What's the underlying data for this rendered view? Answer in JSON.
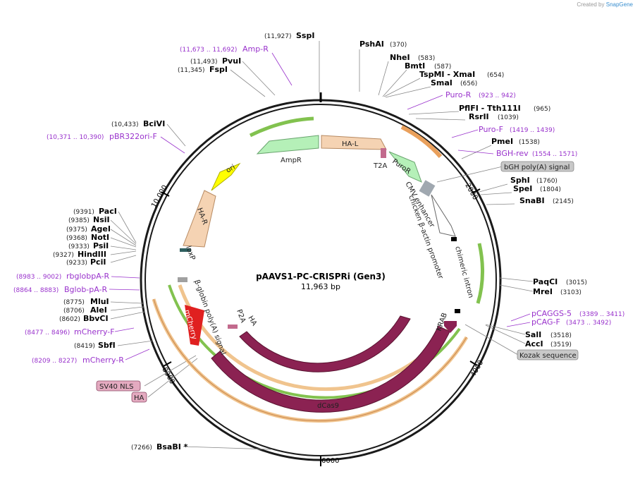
{
  "watermark": {
    "prefix": "Created by",
    "brand": "SnapGene"
  },
  "title": "pAAVS1-PC-CRISPRi (Gen3)",
  "size": "11,963 bp",
  "colors": {
    "primer": "#9932cc",
    "backbone": "#1a1a1a",
    "cas9": "#8b2252",
    "leader": "#666666"
  },
  "ticks": [
    "2000",
    "4000",
    "6000",
    "8000",
    "10,000"
  ],
  "sites": [
    {
      "pos": "(11,927)",
      "name": "SspI"
    },
    {
      "pos": "(370)",
      "name": "PshAI"
    },
    {
      "pos": "(583)",
      "name": "NheI"
    },
    {
      "pos": "(587)",
      "name": "BmtI"
    },
    {
      "pos": "(654)",
      "name": "TspMI - XmaI"
    },
    {
      "pos": "(656)",
      "name": "SmaI"
    },
    {
      "pos": "(965)",
      "name": "PflFI - Tth111I"
    },
    {
      "pos": "(1039)",
      "name": "RsrII"
    },
    {
      "pos": "(1538)",
      "name": "PmeI"
    },
    {
      "pos": "(1760)",
      "name": "SphI"
    },
    {
      "pos": "(1804)",
      "name": "SpeI"
    },
    {
      "pos": "(2145)",
      "name": "SnaBI"
    },
    {
      "pos": "(3015)",
      "name": "PaqCI"
    },
    {
      "pos": "(3103)",
      "name": "MreI"
    },
    {
      "pos": "(3518)",
      "name": "SalI"
    },
    {
      "pos": "(3519)",
      "name": "AccI"
    },
    {
      "pos": "(7266)",
      "name": "BsaBI *"
    },
    {
      "pos": "(8419)",
      "name": "SbfI"
    },
    {
      "pos": "(8602)",
      "name": "BbvCI"
    },
    {
      "pos": "(8706)",
      "name": "AleI"
    },
    {
      "pos": "(8775)",
      "name": "MluI"
    },
    {
      "pos": "(9233)",
      "name": "PciI"
    },
    {
      "pos": "(9327)",
      "name": "HindIII"
    },
    {
      "pos": "(9333)",
      "name": "PsiI"
    },
    {
      "pos": "(9368)",
      "name": "NotI"
    },
    {
      "pos": "(9375)",
      "name": "AgeI"
    },
    {
      "pos": "(9385)",
      "name": "NsiI"
    },
    {
      "pos": "(9391)",
      "name": "PacI"
    },
    {
      "pos": "(10,433)",
      "name": "BciVI"
    },
    {
      "pos": "(11,345)",
      "name": "FspI"
    },
    {
      "pos": "(11,493)",
      "name": "PvuI"
    }
  ],
  "primers": [
    {
      "name": "Amp-R",
      "range": "(11,673 .. 11,692)"
    },
    {
      "name": "Puro-R",
      "range": "(923 .. 942)"
    },
    {
      "name": "Puro-F",
      "range": "(1419 .. 1439)"
    },
    {
      "name": "BGH-rev",
      "range": "(1554 .. 1571)"
    },
    {
      "name": "pCAGGS-5",
      "range": "(3389 .. 3411)"
    },
    {
      "name": "pCAG-F",
      "range": "(3473 .. 3492)"
    },
    {
      "name": "rbglobpA-R",
      "range": "(8983 .. 9002)"
    },
    {
      "name": "Bglob-pA-R",
      "range": "(8864 .. 8883)"
    },
    {
      "name": "mCherry-F",
      "range": "(8477 .. 8496)"
    },
    {
      "name": "mCherry-R",
      "range": "(8209 .. 8227)"
    },
    {
      "name": "pBR322ori-F",
      "range": "(10,371 .. 10,390)"
    }
  ],
  "boxed_labels": [
    "bGH poly(A) signal",
    "Kozak sequence",
    "SV40 NLS",
    "HA"
  ],
  "features": {
    "hal": "HA-L",
    "t2a": "T2A",
    "puror": "PuroR",
    "ampr": "AmpR",
    "ori": "ori",
    "har": "HA-R",
    "loxp": "loxP",
    "cmv": "CMV enhancer",
    "cba": "chicken β-actin promoter",
    "intron": "chimeric intron",
    "bglobin": "β-globin poly(A) signal",
    "mcherry": "mCherry",
    "p2a": "P2A",
    "ha_inner": "HA",
    "krab": "KRAB",
    "cas9": "Cas9",
    "dcas9": "dCas9"
  }
}
